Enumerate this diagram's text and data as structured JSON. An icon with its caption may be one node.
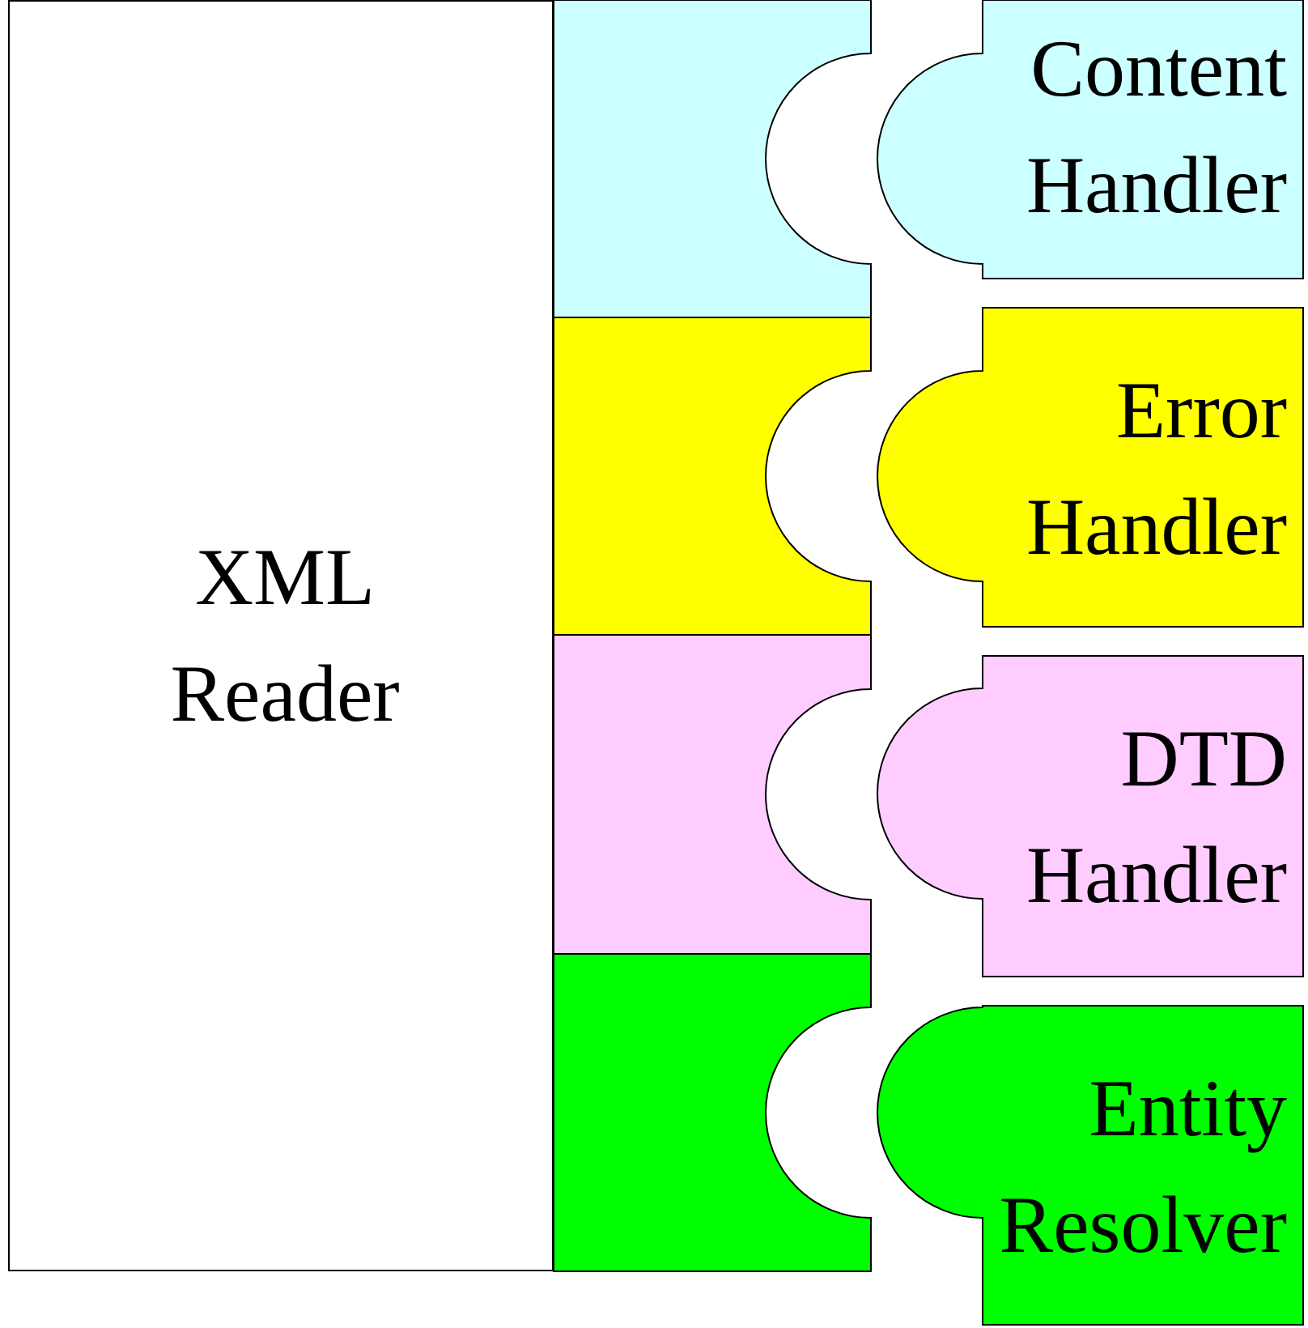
{
  "diagram": {
    "nodes": [
      {
        "text": [
          "XML Reader"
        ]
      },
      {
        "text": [],
        "shape": "box"
      },
      {
        "text": [],
        "shape": "box"
      },
      {
        "text": [],
        "shape": "box"
      },
      {
        "text": [],
        "shape": "box"
      },
      {
        "text": [
          "Content Handler"
        ]
      },
      {
        "text": [
          "Error Handler"
        ]
      },
      {
        "text": [
          "DTD Handler"
        ]
      },
      {
        "text": [
          "Entity Resolver"
        ]
      }
    ]
  }
}
